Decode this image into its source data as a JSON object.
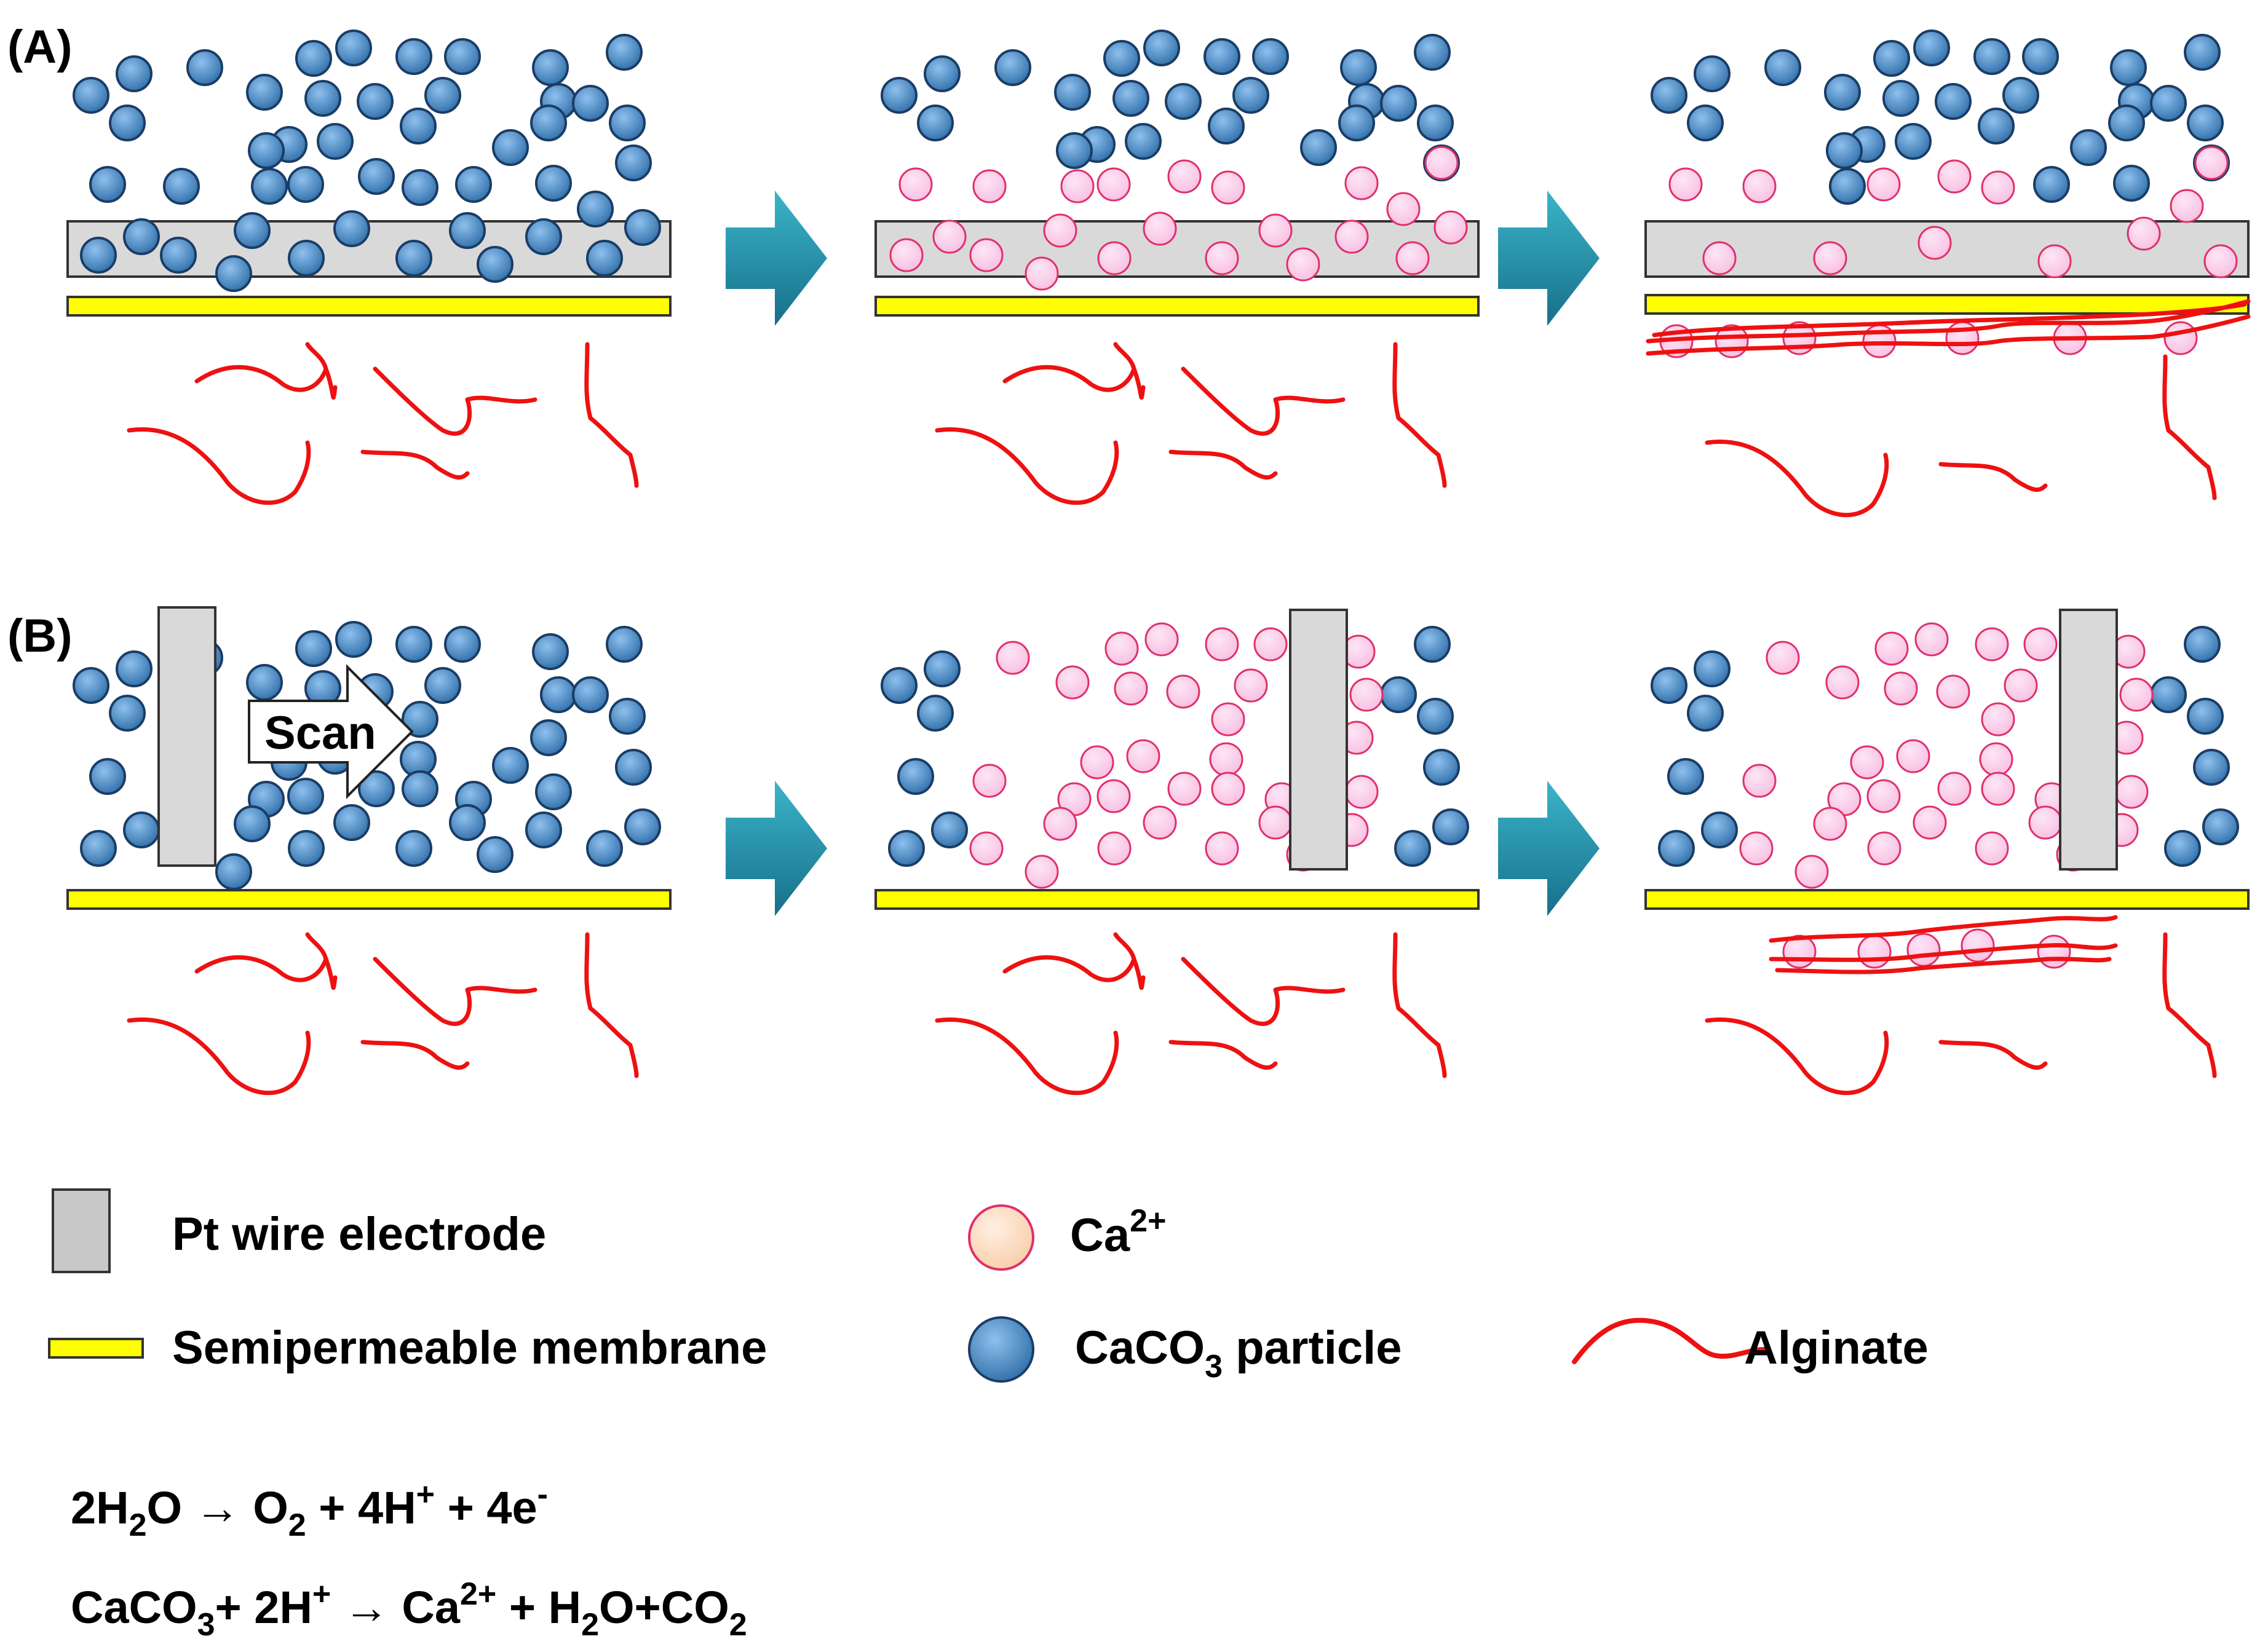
{
  "panels": {
    "a_label": "(A)",
    "b_label": "(B)",
    "scan_label": "Scan"
  },
  "legend": {
    "electrode": "Pt wire electrode",
    "membrane": "Semipermeable membrane",
    "ca_ion_base": "Ca",
    "ca_ion_sup": "2+",
    "caco3_base": "CaCO",
    "caco3_sub": "3",
    "caco3_rest": " particle",
    "alginate": "Alginate"
  },
  "equations": {
    "eq1_part1": "2H",
    "eq1_sub1": "2",
    "eq1_part2": "O → O",
    "eq1_sub2": "2",
    "eq1_part3": " + 4H",
    "eq1_sup1": "+",
    "eq1_part4": " + 4e",
    "eq1_sup2": "-",
    "eq2_part1": "CaCO",
    "eq2_sub1": "3",
    "eq2_part2": "+ 2H",
    "eq2_sup1": "+",
    "eq2_part3": " → Ca",
    "eq2_sup2": "2+",
    "eq2_part4": " + H",
    "eq2_sub2": "2",
    "eq2_part5": "O+CO",
    "eq2_sub3": "2"
  },
  "colors": {
    "caco3_fill": "#4a86c0",
    "caco3_stroke": "#1a3d66",
    "ca_fill": "#fbd0ec",
    "ca_stroke": "#e0306a",
    "ca_legend_fill": "#fadcc4",
    "electrode_fill": "#d9d9d9",
    "membrane_fill": "#ffff00",
    "alginate": "#ee1111",
    "arrow": "#2a9bb0"
  }
}
